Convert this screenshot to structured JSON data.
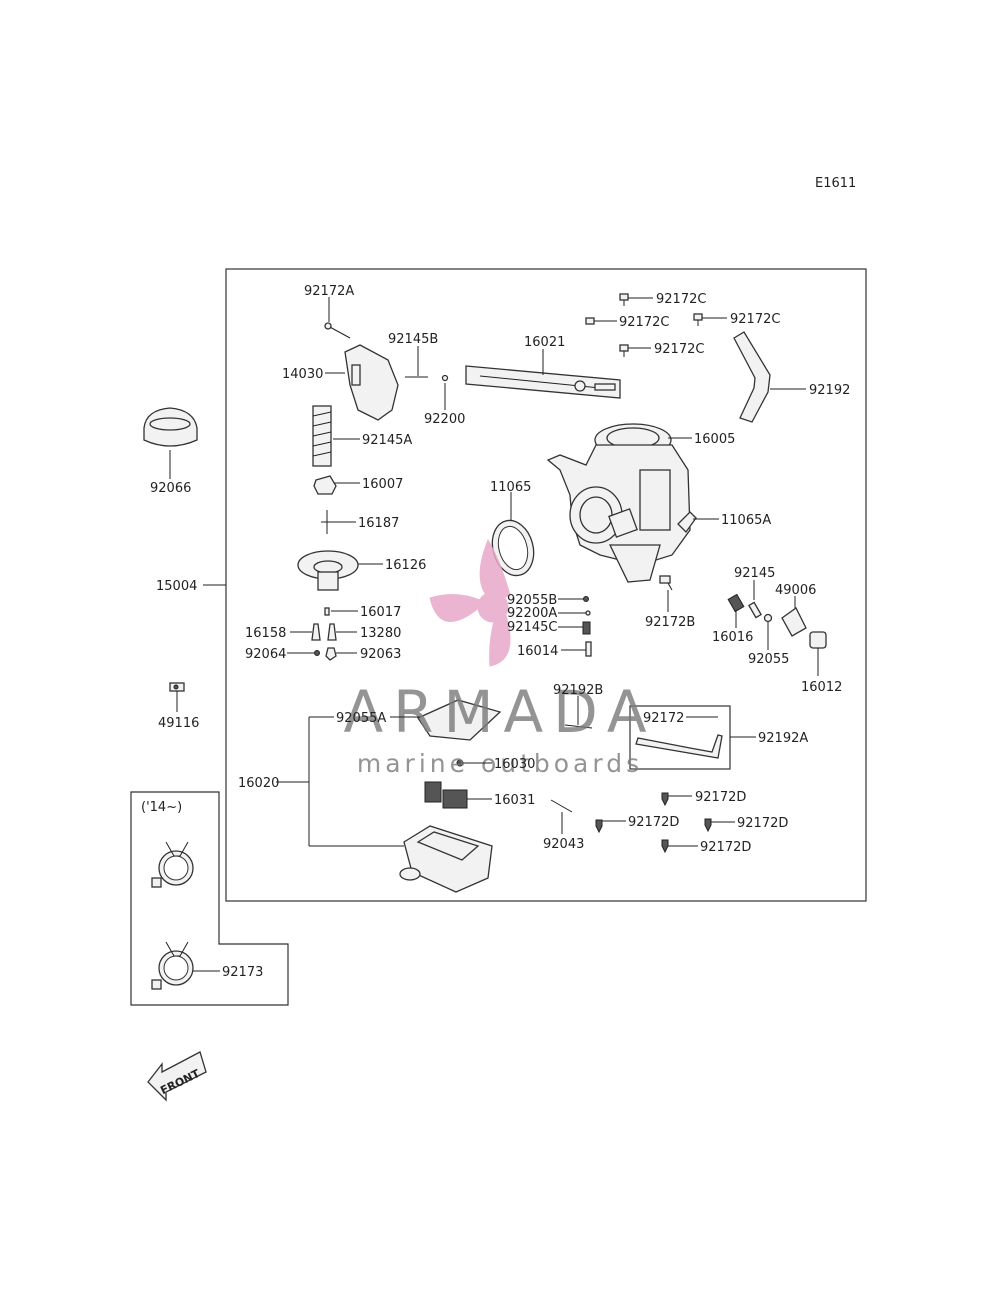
{
  "diagram_code": "E1611",
  "group_label_14": "('14~)",
  "front_label": "FRONT",
  "watermark": {
    "brand": "ARMADA",
    "tagline": "marine outboards",
    "color": "#e8a9c9",
    "text_color": "#7a7a7a"
  },
  "parts": {
    "p92172A": "92172A",
    "p92145B": "92145B",
    "p14030": "14030",
    "p92200": "92200",
    "p16021": "16021",
    "p92172C_1": "92172C",
    "p92172C_2": "92172C",
    "p92172C_3": "92172C",
    "p92172C_4": "92172C",
    "p92192": "92192",
    "p16005": "16005",
    "p92145A": "92145A",
    "p92066": "92066",
    "p16007": "16007",
    "p11065": "11065",
    "p16187": "16187",
    "p11065A": "11065A",
    "p16126": "16126",
    "p15004": "15004",
    "p92145": "92145",
    "p49006": "49006",
    "p92055B": "92055B",
    "p92200A": "92200A",
    "p92172B": "92172B",
    "p16017": "16017",
    "p92145C": "92145C",
    "p16016": "16016",
    "p16158": "16158",
    "p13280": "13280",
    "p16014": "16014",
    "p92064": "92064",
    "p92063": "92063",
    "p92055": "92055",
    "p16012": "16012",
    "p49116": "49116",
    "p92192B": "92192B",
    "p92055A": "92055A",
    "p92172": "92172",
    "p92192A": "92192A",
    "p16030": "16030",
    "p16020": "16020",
    "p16031": "16031",
    "p92172D_1": "92172D",
    "p92172D_2": "92172D",
    "p92172D_3": "92172D",
    "p92172D_4": "92172D",
    "p92043": "92043",
    "p92173": "92173"
  }
}
